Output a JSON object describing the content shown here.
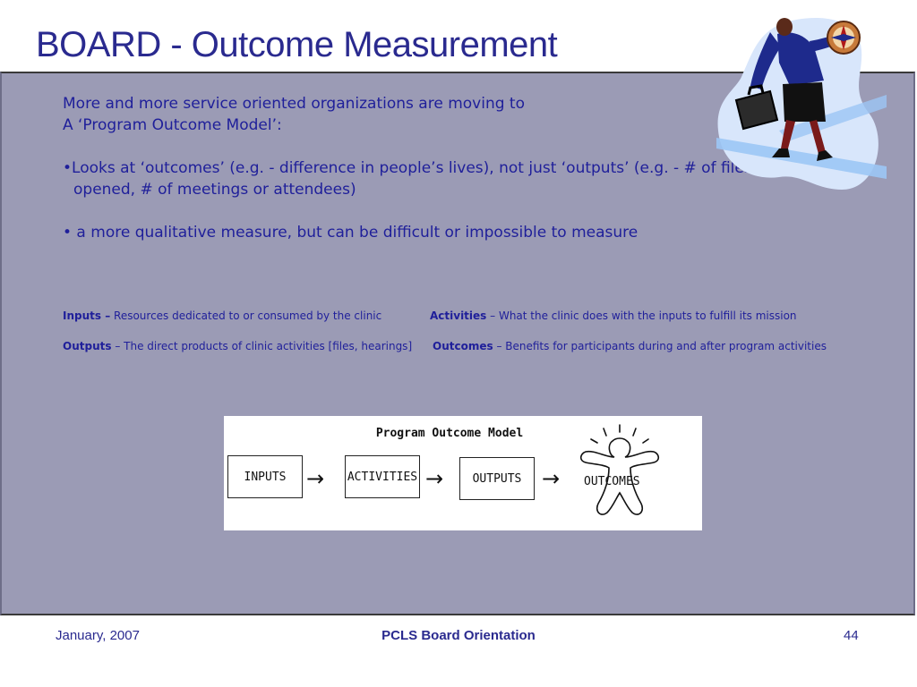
{
  "slide": {
    "title": "BOARD - Outcome Measurement",
    "intro_line1": "More and more service oriented organizations are moving to",
    "intro_line2": "A ‘Program Outcome Model’:",
    "bullet1_line1": "•Looks at ‘outcomes’ (e.g. - difference in people’s lives), not just ‘outputs’ (e.g. - # of files",
    "bullet1_line2": "opened, # of meetings or attendees)",
    "bullet2": "• a more qualitative measure, but can be difficult or impossible to measure"
  },
  "definitions": {
    "inputs_term": "Inputs –",
    "inputs_desc": " Resources dedicated to or consumed by the clinic",
    "activities_term": "Activities",
    "activities_desc": " – What the clinic does with the inputs to fulfill its mission",
    "outputs_term": "Outputs",
    "outputs_desc": " – The direct products of clinic activities [files, hearings]",
    "outcomes_term": "Outcomes",
    "outcomes_desc": " – Benefits for participants during and after program activities"
  },
  "diagram": {
    "title": "Program Outcome Model",
    "inputs": "INPUTS",
    "activities": "ACTIVITIES",
    "outputs": "OUTPUTS",
    "outcomes": "OUTCOMES",
    "arrow_glyph": "→"
  },
  "clipart": {
    "icon": "businesswoman-compass-icon"
  },
  "footer": {
    "date": "January, 2007",
    "center": "PCLS Board Orientation",
    "page": "44"
  },
  "colors": {
    "text_blue": "#1f1f9a",
    "title_blue": "#2a2a8f",
    "panel": "#9b9bb5"
  }
}
